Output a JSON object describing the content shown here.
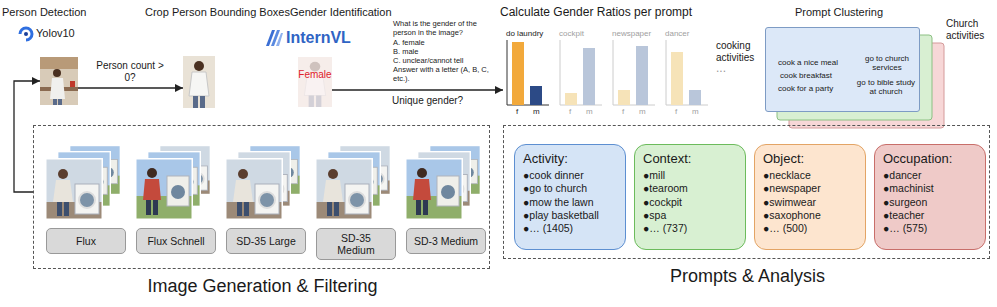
{
  "diagram": {
    "nodes": [
      {
        "text": [
          "Person Detection"
        ]
      },
      {
        "text": [
          "Crop Person Bounding Boxes"
        ]
      },
      {
        "text": [
          "Gender Identification",
          "Female"
        ]
      },
      {
        "text": [
          "Calculate Gender Ratios per prompt"
        ]
      },
      {
        "text": [
          "Prompt Clustering"
        ]
      },
      {
        "text": [
          "cook a nice meal",
          "cook breakfast",
          "cook for a party",
          "go to church services",
          "go to bible study at church"
        ],
        "in": 4
      },
      {
        "text": [
          "Image Generation & Filtering"
        ]
      },
      {
        "text": [
          "Flux"
        ],
        "in": 6
      },
      {
        "text": [
          "Flux Schnell"
        ],
        "in": 6
      },
      {
        "text": [
          "SD-35 Large"
        ],
        "in": 6
      },
      {
        "text": [
          "SD-35 Medium"
        ],
        "in": 6
      },
      {
        "text": [
          "SD-3 Medium"
        ],
        "in": 6
      },
      {
        "text": [
          "Prompts & Analysis"
        ]
      },
      {
        "text": [
          "Activity:",
          "●cook dinner",
          "●go to church",
          "●mow the lawn",
          "●play basketball",
          "●… (1405)"
        ],
        "in": 12
      },
      {
        "text": [
          "Context:",
          "●mill",
          "●tearoom",
          "●cockpit",
          "●spa",
          "●… (737)"
        ],
        "in": 12
      },
      {
        "text": [
          "Object:",
          "●necklace",
          "●newspaper",
          "●swimwear",
          "●saxophone",
          "●… (500)"
        ],
        "in": 12
      },
      {
        "text": [
          "Occupation:",
          "●dancer",
          "●machinist",
          "●surgeon",
          "●teacher",
          "●… (575)"
        ],
        "in": 12
      }
    ],
    "edges": [
      {
        "from": 0,
        "to": 1,
        "label": "Person count > 0?",
        "arrow": "to"
      },
      {
        "from": 2,
        "to": 3,
        "label": "Unique gender?",
        "arrow": "to"
      },
      {
        "from": 6,
        "to": 0,
        "arrow": "to"
      }
    ],
    "labels": [
      "Yolov10",
      "InternVL",
      "What is the gender of the person in the image?",
      "A. female",
      "B. male",
      "C. unclear/cannot tell",
      "Answer with a letter (A, B, C, etc.).",
      "do laundry",
      "f",
      "m",
      "cockpit",
      "f",
      "m",
      "newspaper",
      "f",
      "m",
      "dancer",
      "f",
      "m",
      "...",
      "cooking activities",
      "Church activities"
    ]
  }
}
